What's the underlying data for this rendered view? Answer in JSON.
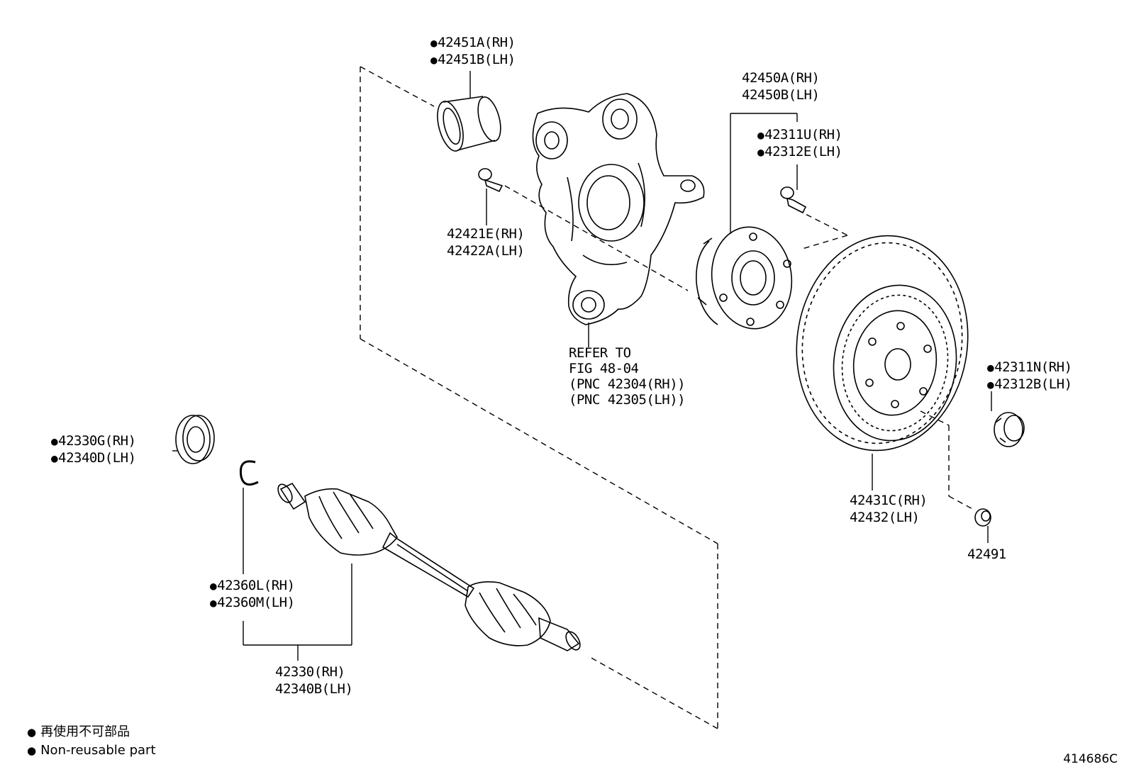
{
  "diagram": {
    "parts": {
      "oil_seal_knuckle": [
        "42451A(RH)",
        "42451B(LH)"
      ],
      "hub_bearing": [
        "42450A(RH)",
        "42450B(LH)"
      ],
      "hub_bolt": [
        "42311U(RH)",
        "42312E(LH)"
      ],
      "knuckle_bolt": [
        "42421E(RH)",
        "42422A(LH)"
      ],
      "knuckle_ref": [
        "REFER TO",
        "FIG 48-04",
        "(PNC 42304(RH))",
        "(PNC 42305(LH))"
      ],
      "hub_nut": [
        "42311N(RH)",
        "42312B(LH)"
      ],
      "disc": [
        "42431C(RH)",
        "42432(LH)"
      ],
      "disc_screw": "42491",
      "shaft_seal": [
        "42330G(RH)",
        "42340D(LH)"
      ],
      "snap_ring": [
        "42360L(RH)",
        "42360M(LH)"
      ],
      "drive_shaft": [
        "42330(RH)",
        "42340B(LH)"
      ]
    },
    "legend": {
      "line_ja": "再使用不可部品",
      "line_en": "Non-reusable part"
    },
    "figure_number": "414686C"
  }
}
